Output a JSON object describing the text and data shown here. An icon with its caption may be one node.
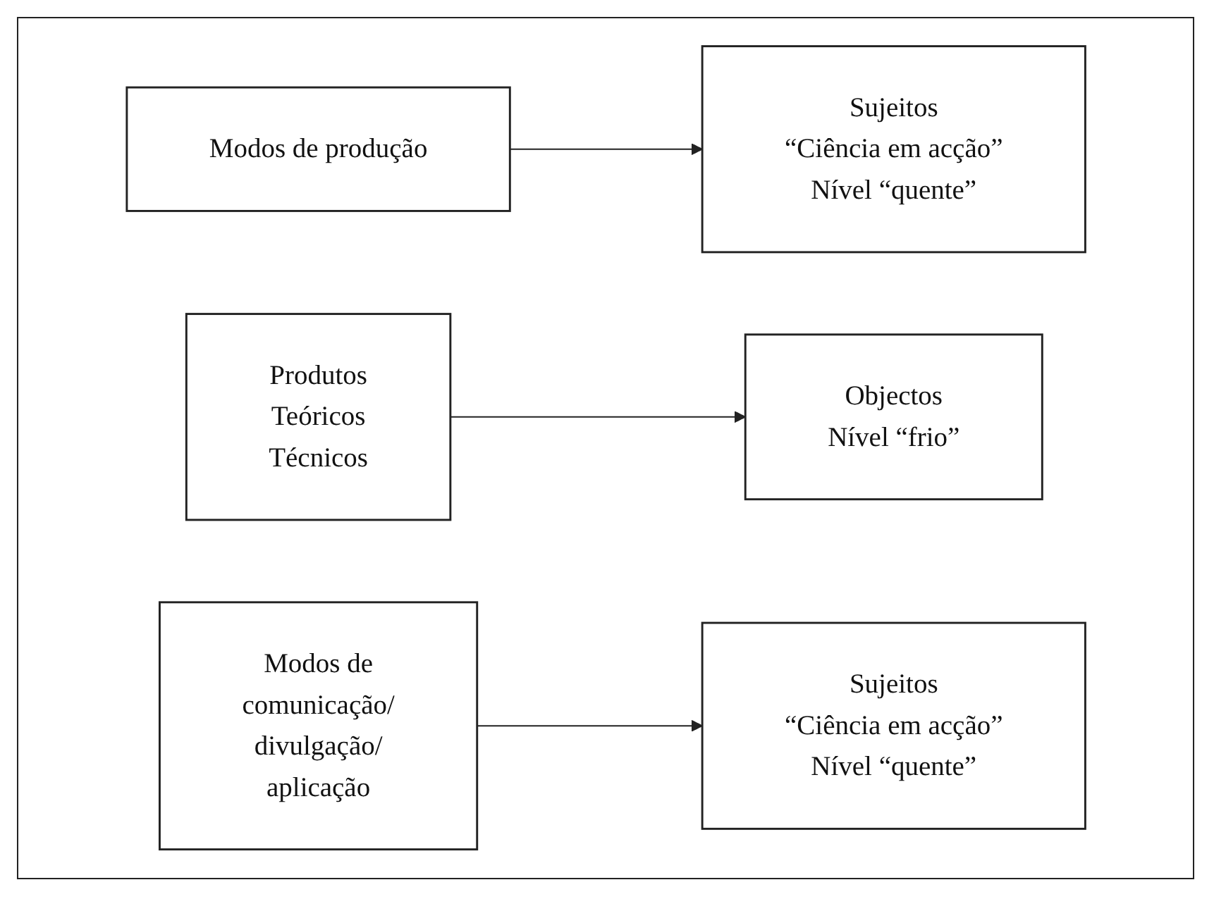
{
  "diagram": {
    "nodes": [
      {
        "text": [
          "Modos de produção"
        ]
      },
      {
        "text": [
          "Sujeitos",
          "“Ciência em acção”",
          "Nível “quente”"
        ]
      },
      {
        "text": [
          "Produtos",
          "Teóricos",
          "Técnicos"
        ]
      },
      {
        "text": [
          "Objectos",
          "Nível “frio”"
        ]
      },
      {
        "text": [
          "Modos de comunicação/ divulgação/ aplicação"
        ]
      },
      {
        "text": [
          "Sujeitos",
          "“Ciência em acção”",
          "Nível “quente”"
        ]
      }
    ],
    "edges": [
      {
        "from": 0,
        "to": 1,
        "arrow": "to"
      },
      {
        "from": 2,
        "to": 3,
        "arrow": "to"
      },
      {
        "from": 4,
        "to": 5,
        "arrow": "to"
      }
    ]
  }
}
